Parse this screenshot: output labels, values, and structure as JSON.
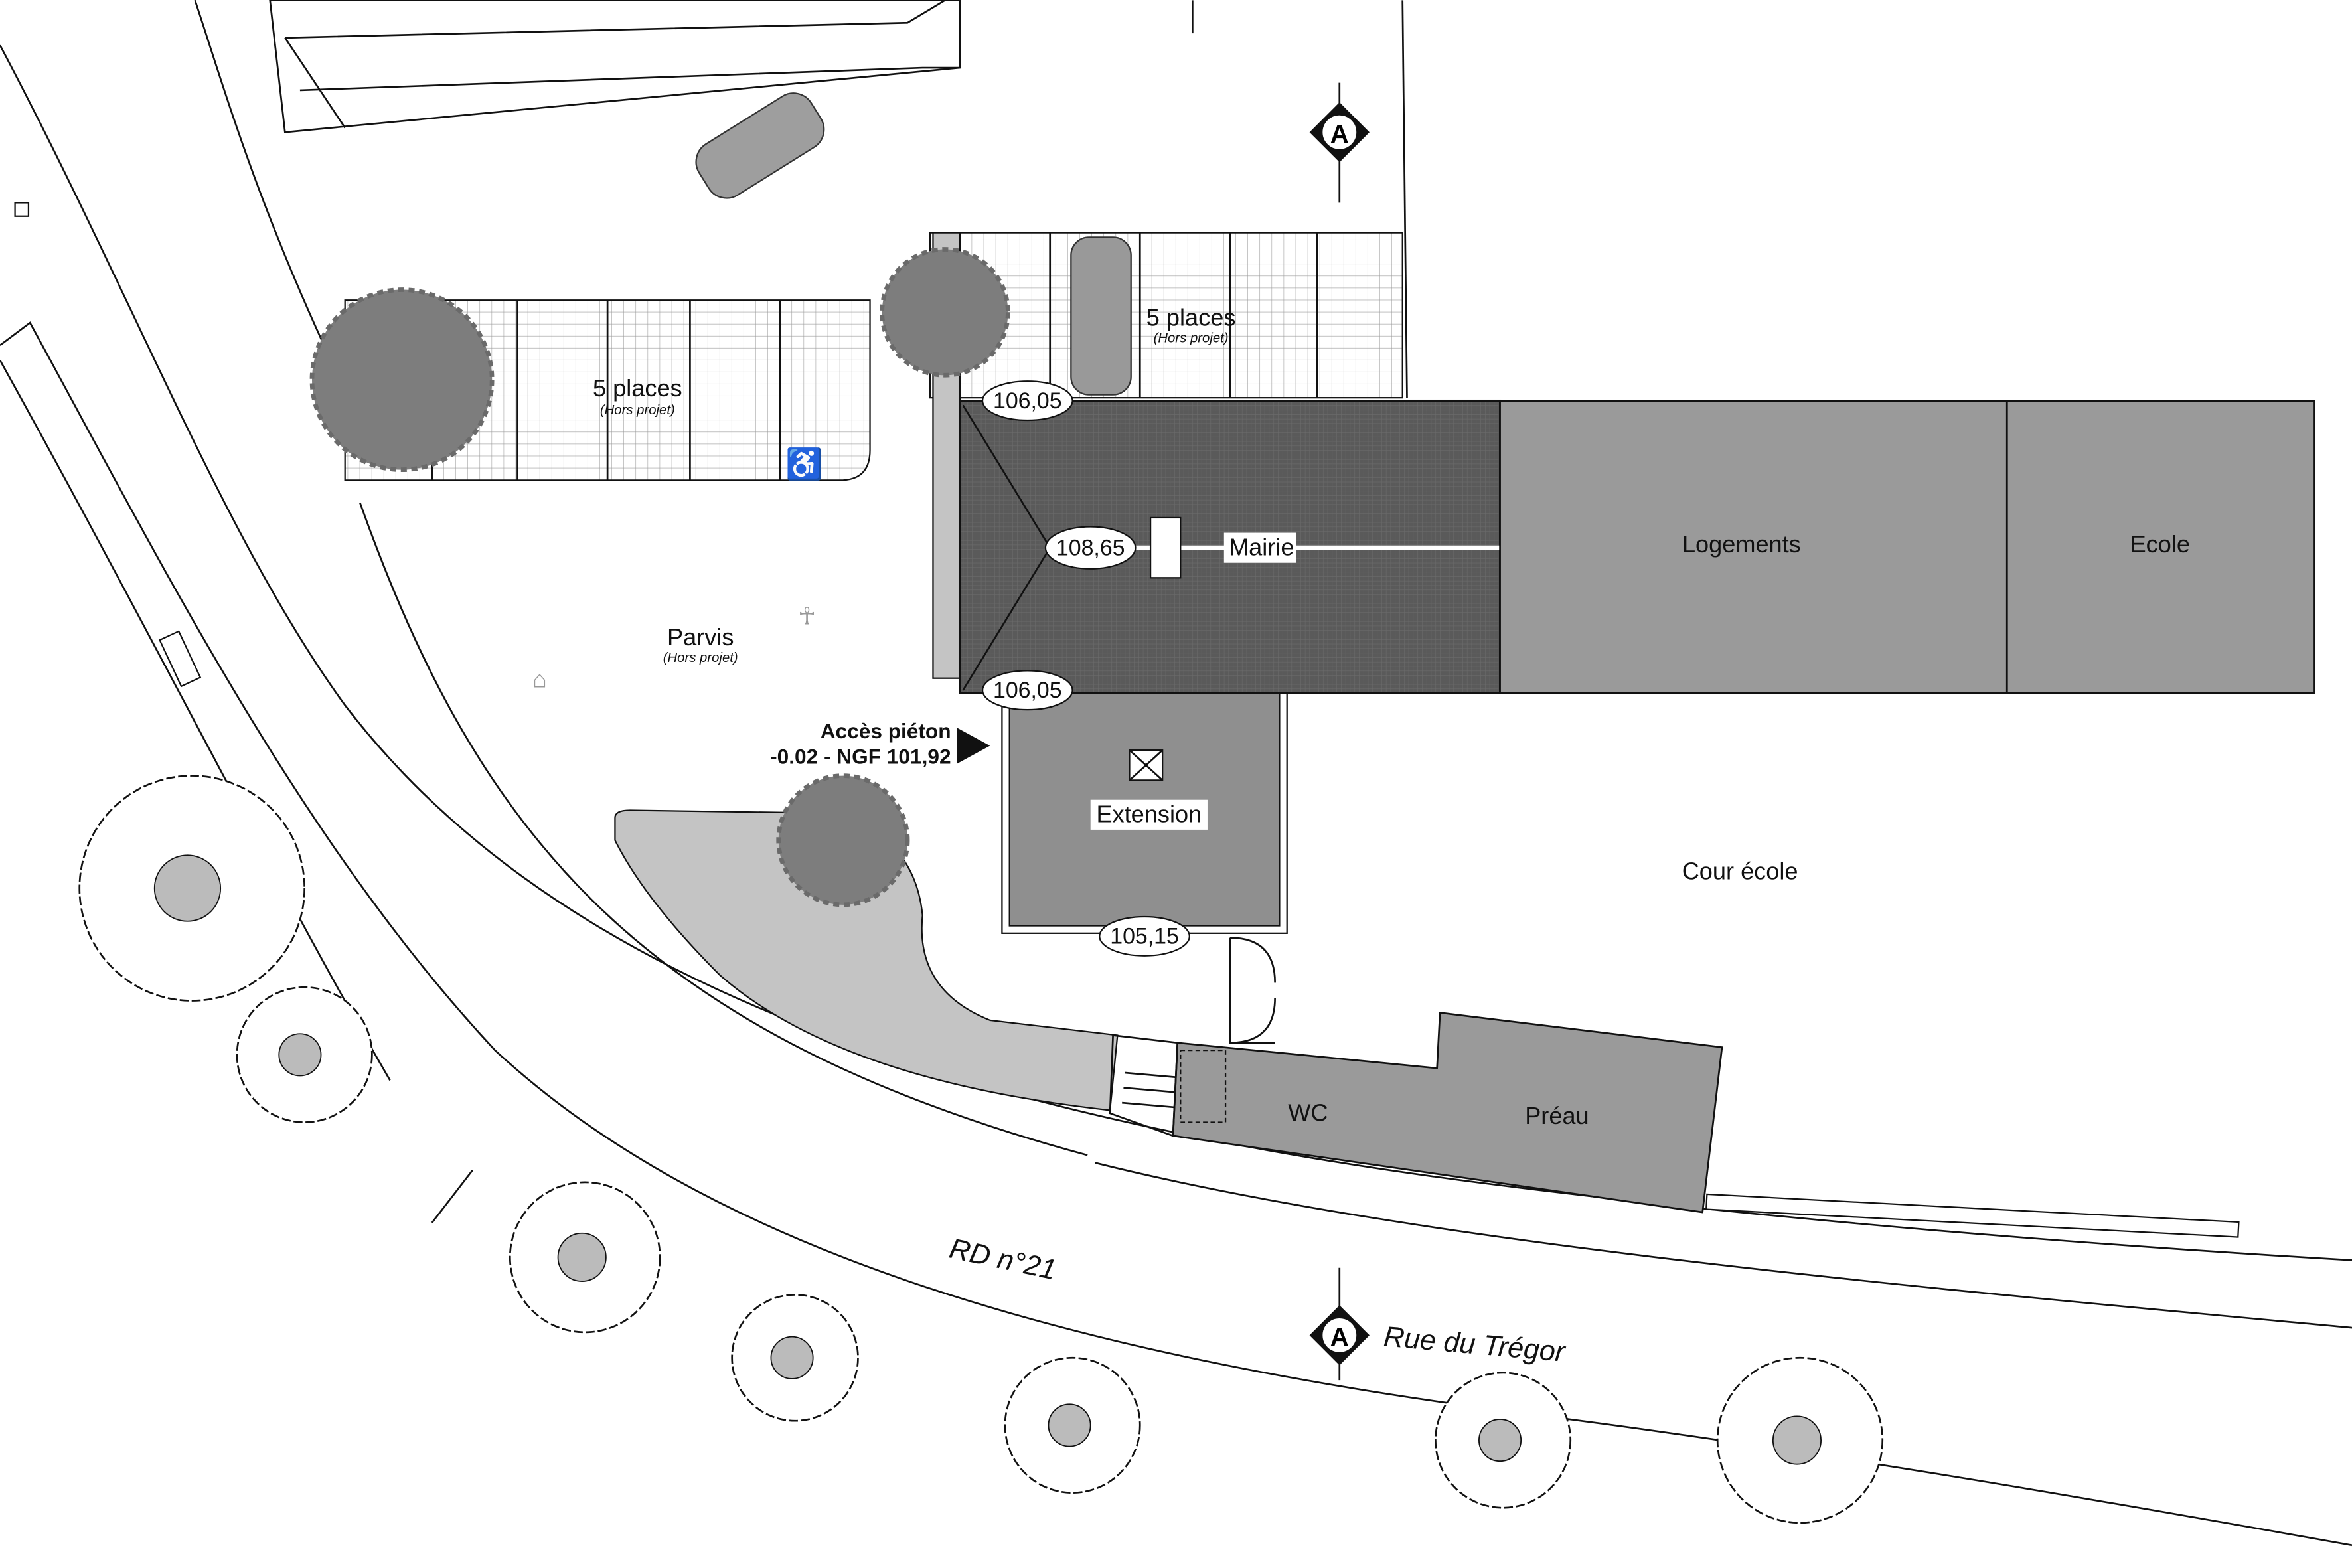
{
  "labels": {
    "parking_left": "5 places",
    "parking_left_note": "(Hors projet)",
    "parking_right": "5 places",
    "parking_right_note": "(Hors projet)",
    "parvis": "Parvis",
    "parvis_note": "(Hors projet)",
    "mairie": "Mairie",
    "logements": "Logements",
    "ecole": "Ecole",
    "extension": "Extension",
    "cour_ecole": "Cour école",
    "wc": "WC",
    "preau": "Préau",
    "acces_title": "Accès piéton",
    "acces_level": "-0.02 - NGF 101,92",
    "road": "RD n°21",
    "street": "Rue du Trégor"
  },
  "levels": {
    "mairie_top": "106,05",
    "mairie_ridge": "108,65",
    "mairie_bottom": "106,05",
    "extension_bottom": "105,15"
  },
  "section_markers": {
    "top": "A",
    "bottom": "A"
  },
  "colors": {
    "roof_dark": "#5e5e5e",
    "building": "#9a9a9a",
    "extension": "#8f8f8f",
    "green_area": "#c4c4c4",
    "tree": "#7d7d7d"
  }
}
